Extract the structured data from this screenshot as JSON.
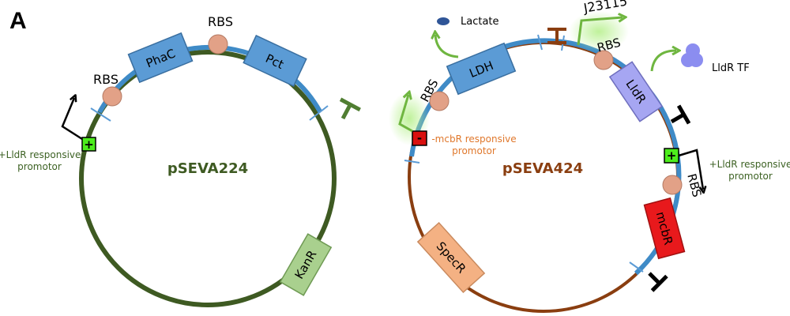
{
  "panel_label": "A",
  "colors": {
    "backbone_green": "#3e5a22",
    "backbone_brown": "#8a3e10",
    "insert_blue": "#3f8bc7",
    "gene_blue": "#5b9bd5",
    "gene_blue_stroke": "#3a6fa0",
    "lldr_purple": "#a6a6f2",
    "kanr_green": "#a9d08e",
    "specr_orange": "#f4b183",
    "mcbr_red": "#e8191c",
    "rbs_fill": "#e2a187",
    "promoter_plus": "#4ced1c",
    "promoter_minus": "#d9100f",
    "terminator_green": "#507e32",
    "arrow_green": "#6fb640",
    "lactate_blue": "#2f5597",
    "lldr_tf_purple": "#8b8df0",
    "note_green": "#3d6224",
    "note_orange": "#e0782c",
    "black": "#000000"
  },
  "plasmid_left": {
    "name": "pSEVA224",
    "genes": {
      "phac": "PhaC",
      "pct": "Pct",
      "kanr": "KanR"
    },
    "rbs_labels": {
      "top": "RBS",
      "left": "RBS"
    },
    "promoter_symbol": "+",
    "promoter_note_line1": "+LldR  responsive",
    "promoter_note_line2": "promotor"
  },
  "plasmid_right": {
    "name": "pSEVA424",
    "genes": {
      "ldh": "LDH",
      "lldr": "LldR",
      "mcbr": "mcbR",
      "specr": "SpecR"
    },
    "rbs_labels": {
      "ldh": "RBS",
      "lldr": "RBS",
      "mcbr": "RBS"
    },
    "constitutive_promoter": "J23115",
    "metabolite": "Lactate",
    "transcription_factor": "LldR TF",
    "minus_promoter_symbol": "-",
    "minus_note_line1": "-mcbR responsive",
    "minus_note_line2": "promotor",
    "plus_promoter_symbol": "+",
    "plus_note_line1": "+LldR  responsive",
    "plus_note_line2": "promotor"
  }
}
